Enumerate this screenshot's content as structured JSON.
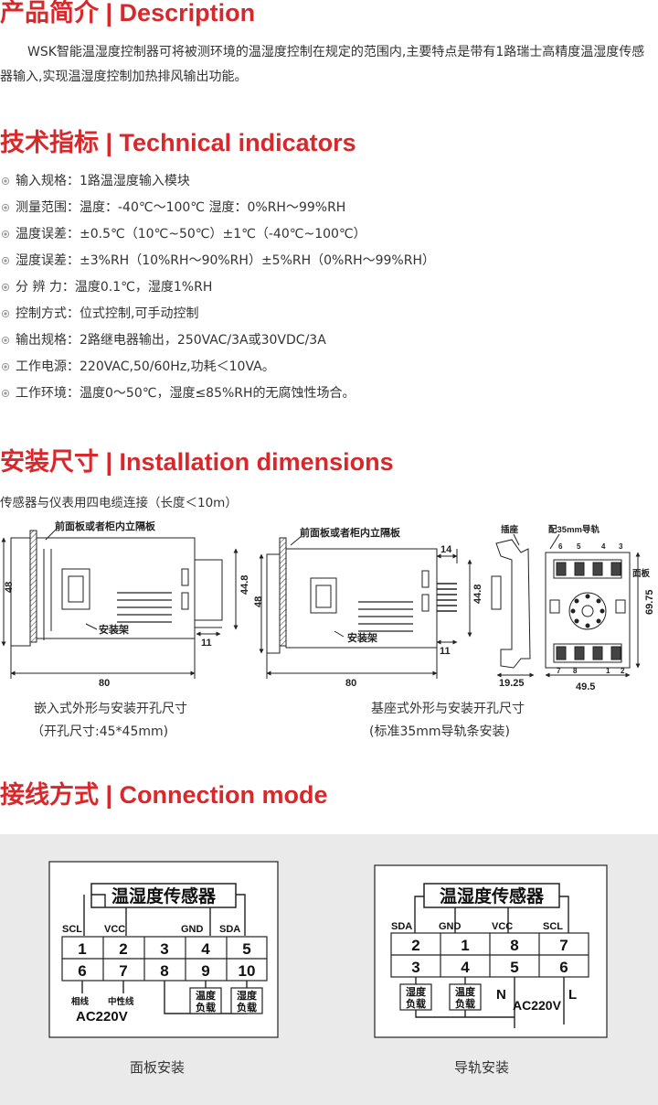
{
  "sections": {
    "description": {
      "title": "产品简介 | Description",
      "body": "WSK智能温湿度控制器可将被测环境的温湿度控制在规定的范围内,主要特点是带有1路瑞士高精度温湿度传感器输入,实现温湿度控制加热排风输出功能。"
    },
    "technical": {
      "title": "技术指标 | Technical indicators",
      "items": [
        "输入规格：1路温湿度输入模块",
        "测量范围：温度：-40℃～100℃ 湿度：0%RH～99%RH",
        "温度误差：±0.5℃（10℃~50℃）±1℃（-40℃~100℃）",
        "湿度误差：±3%RH（10%RH～90%RH）±5%RH（0%RH～99%RH）",
        "分 辨 力：温度0.1℃，湿度1%RH",
        "控制方式：位式控制,可手动控制",
        "输出规格：2路继电器输出，250VAC/3A或30VDC/3A",
        "工作电源：220VAC,50/60Hz,功耗＜10VA。",
        "工作环境：温度0～50℃，湿度≤85%RH的无腐蚀性场合。"
      ]
    },
    "installation": {
      "title": "安装尺寸 | Installation dimensions",
      "note": "传感器与仪表用四电缆连接（长度＜10m）",
      "diagram_labels": {
        "front_panel": "前面板或者柜内立隔板",
        "bracket": "安装架",
        "socket": "插座",
        "rail": "配35mm导轨",
        "panel": "面板",
        "dim_80": "80",
        "dim_48": "48",
        "dim_44_8": "44.8",
        "dim_11": "11",
        "dim_14": "14",
        "dim_19_25": "19.25",
        "dim_49_5": "49.5",
        "dim_69_75": "69.75",
        "base_top_pins": [
          "6",
          "5",
          "4",
          "3"
        ],
        "base_bottom_pins": [
          "7",
          "8",
          "1",
          "2"
        ]
      },
      "caption_left_1": "嵌入式外形与安装开孔尺寸",
      "caption_left_2": "（开孔尺寸:45*45mm)",
      "caption_right_1": "基座式外形与安装开孔尺寸",
      "caption_right_2": "(标准35mm导轨条安装)"
    },
    "connection": {
      "title": "接线方式 | Connection mode",
      "panel": {
        "sensor_label": "温湿度传感器",
        "signals": [
          "SCL",
          "VCC",
          "GND",
          "SDA"
        ],
        "top_row": [
          "1",
          "2",
          "3",
          "4",
          "5"
        ],
        "bottom_row": [
          "6",
          "7",
          "8",
          "9",
          "10"
        ],
        "phase_label": "相线",
        "neutral_label": "中性线",
        "power": "AC220V",
        "load_temp": [
          "温度",
          "负载"
        ],
        "load_hum": [
          "湿度",
          "负载"
        ],
        "caption": "面板安装"
      },
      "rail": {
        "sensor_label": "温湿度传感器",
        "signals": [
          "SDA",
          "GND",
          "VCC",
          "SCL"
        ],
        "top_row": [
          "2",
          "1",
          "8",
          "7"
        ],
        "bottom_row": [
          "3",
          "4",
          "5",
          "6"
        ],
        "load_hum": [
          "湿度",
          "负载"
        ],
        "load_temp": [
          "温度",
          "负载"
        ],
        "n_label": "N",
        "l_label": "L",
        "power": "AC220V",
        "caption": "导轨安装"
      }
    }
  },
  "colors": {
    "accent": "#d8282b",
    "text": "#333333",
    "wiring_bg": "#eaeaea"
  }
}
